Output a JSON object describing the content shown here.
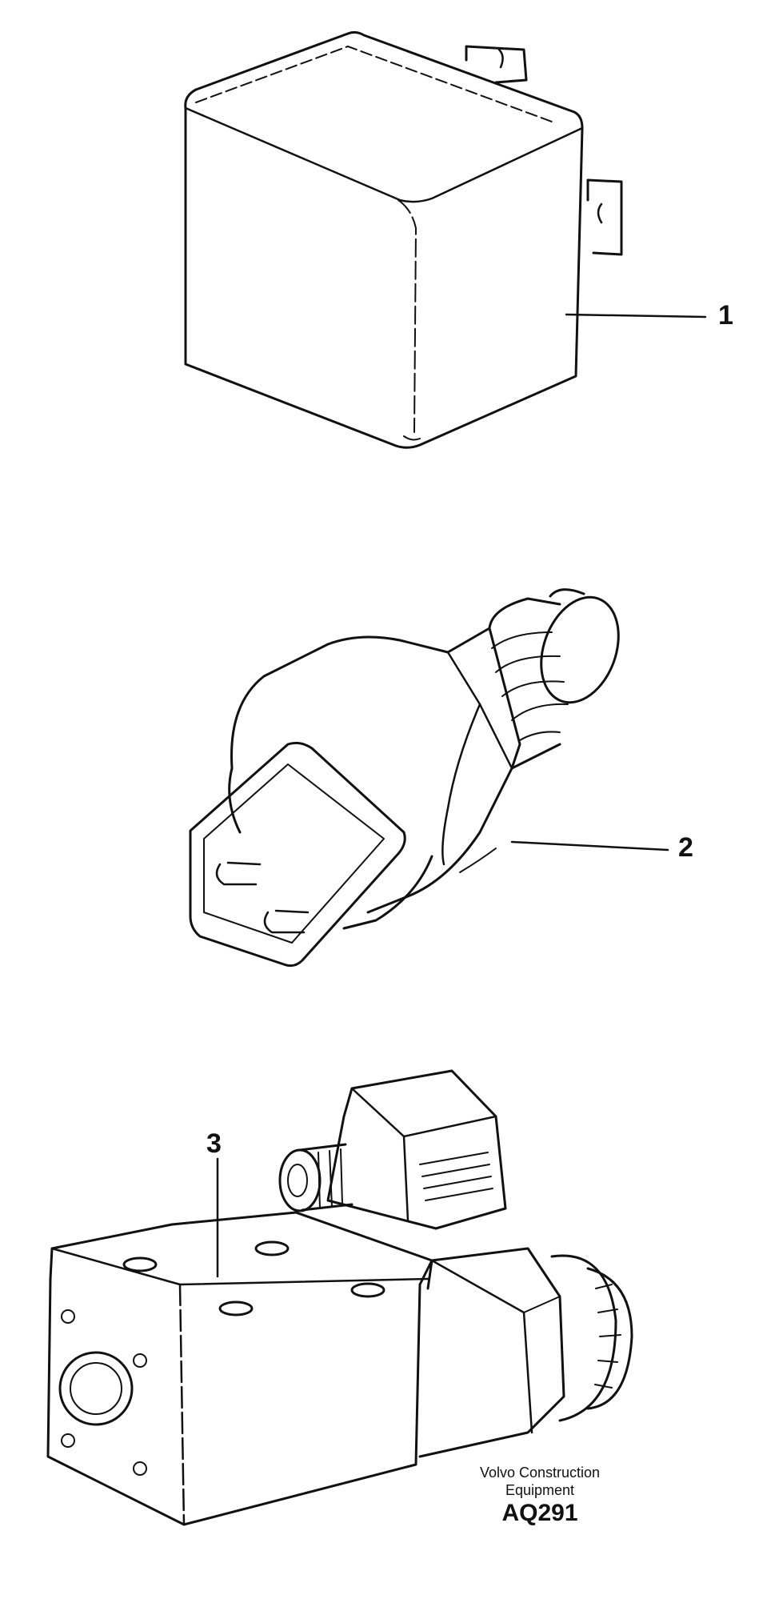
{
  "callouts": [
    {
      "id": "1",
      "label": "1"
    },
    {
      "id": "2",
      "label": "2"
    },
    {
      "id": "3",
      "label": "3"
    }
  ],
  "credit": {
    "line1": "Volvo Construction",
    "line2": "Equipment",
    "doc_number": "AQ291"
  },
  "colors": {
    "ink": "#111111",
    "paper": "#ffffff"
  }
}
